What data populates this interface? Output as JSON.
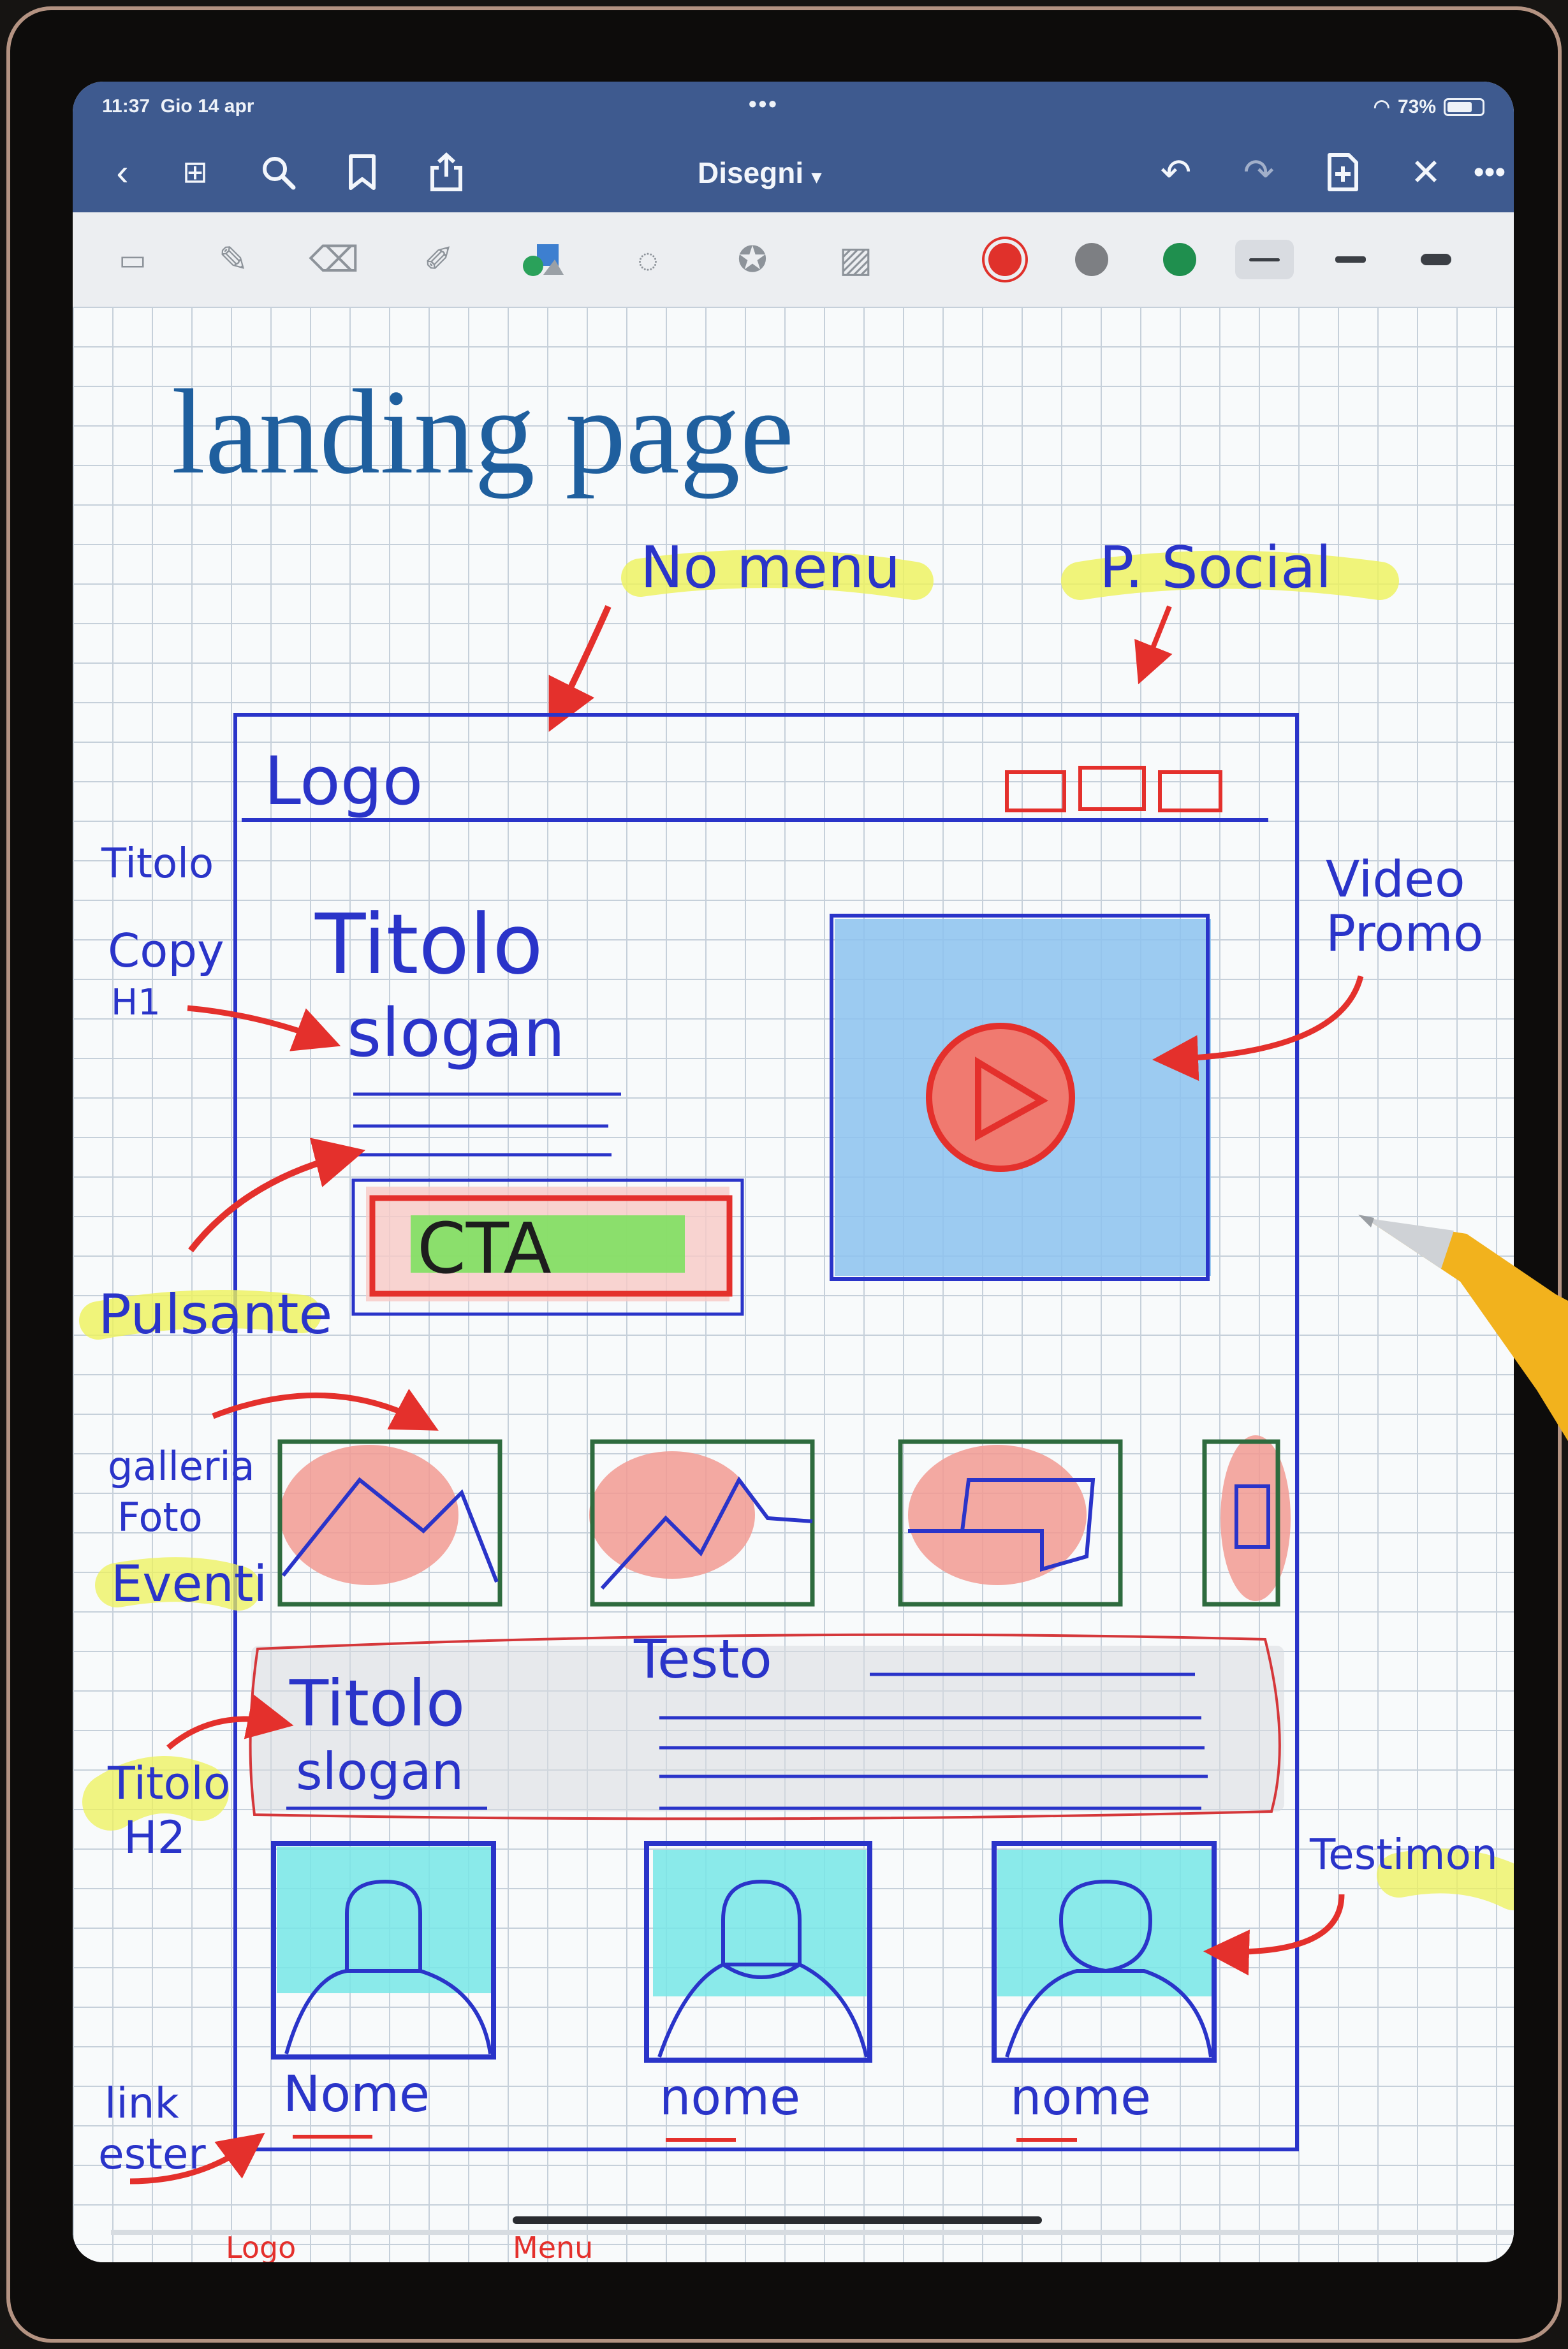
{
  "status_bar": {
    "time": "11:37",
    "date": "Gio 14 apr",
    "dots": "•••",
    "battery": "73%",
    "battery_level": 0.73
  },
  "nav_bar": {
    "title": "Disegni",
    "title_caret": "▾",
    "icons": [
      "back-icon",
      "grid-icon",
      "search-icon",
      "bookmark-icon",
      "share-icon",
      "undo-icon",
      "redo-icon",
      "add-page-icon",
      "close-icon",
      "more-icon"
    ]
  },
  "toolbar": {
    "tools": [
      "reader-mode-icon",
      "pen-icon",
      "eraser-icon",
      "highlighter-icon",
      "shapes-icon",
      "lasso-icon",
      "sticker-icon",
      "image-icon"
    ],
    "colors": [
      "#e0312b",
      "#7d7f83",
      "#1f8f4e"
    ],
    "selected_color": "#e0312b",
    "stroke_widths": [
      "thin",
      "medium",
      "thick"
    ],
    "selected_stroke": "thin"
  },
  "sketch": {
    "heading": "landing page",
    "notes": {
      "no_menu": "No menu",
      "p_social": "P. Social",
      "logo": "Logo",
      "titolo_left": "Titolo",
      "copy_h1": "Copy",
      "h1": "H1",
      "titolo_main": "Titolo",
      "slogan_main": "slogan",
      "cta": "CTA",
      "pulsante": "Pulsante",
      "video_line1": "Video",
      "video_line2": "Promo",
      "galleria_line1": "galleria",
      "galleria_line2": "Foto",
      "galleria_line3": "Eventi",
      "titolo_h2": "Titolo",
      "slogan_h2": "slogan",
      "testo": "Testo",
      "label_titolo_h2": "Titolo",
      "label_h2": "H2",
      "testimon": "Testimon",
      "nome_1": "Nome",
      "nome_2": "nome",
      "nome_3": "nome",
      "link_line1": "link",
      "link_line2": "ester",
      "bottom_logo": "Logo",
      "bottom_menu": "Menu"
    },
    "colors": {
      "ink_blue": "#2a34c9",
      "ink_red": "#e4302c",
      "ink_green": "#2e6b3e",
      "highlight_yellow": "#eef25a",
      "fill_blue": "#8cc2ee",
      "fill_pink": "#f29a92",
      "fill_green": "#7ee061",
      "fill_cyan": "#77e6e6",
      "heading_blue": "#1f5f9e"
    }
  }
}
